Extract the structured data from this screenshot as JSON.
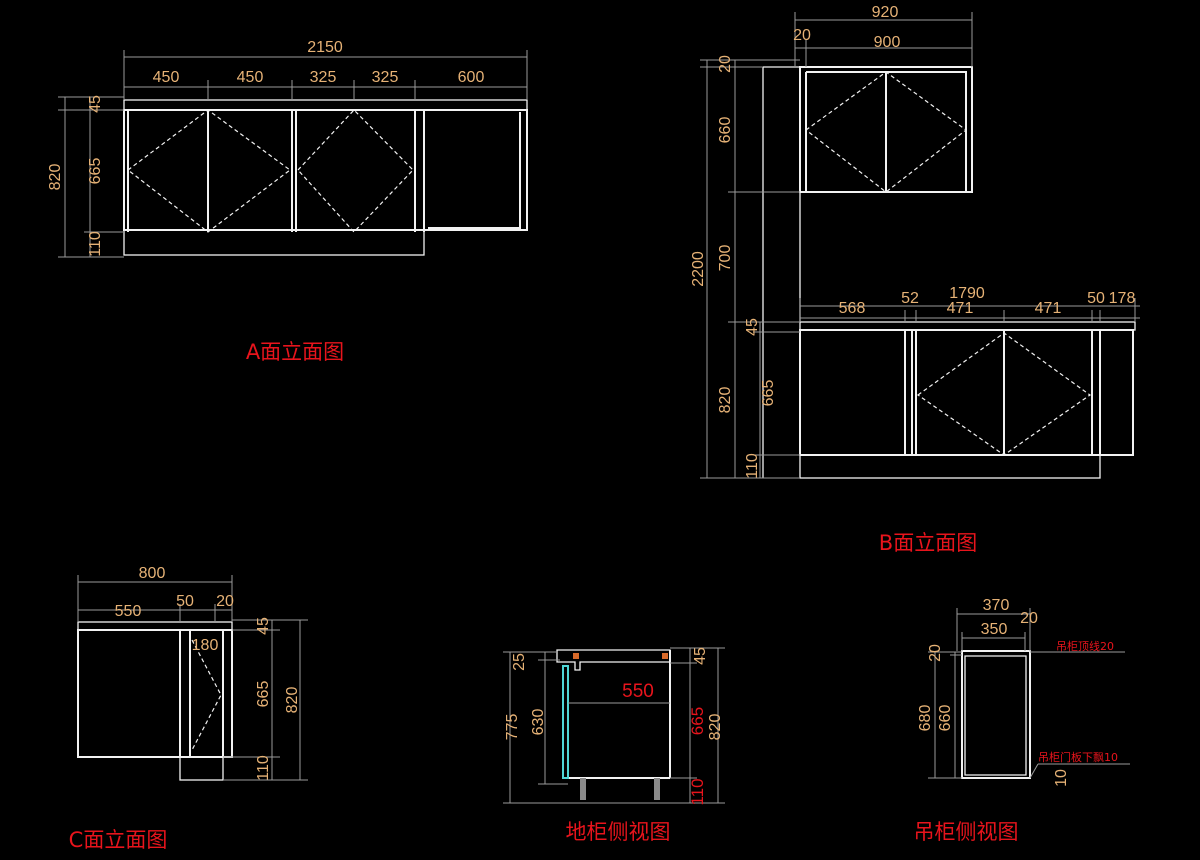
{
  "colors": {
    "line": "#f2f2f2",
    "dimension_text": "#e6b276",
    "title": "#e8141c",
    "door_edge": "#4fd6d6"
  },
  "view_a": {
    "title": "A面立面图",
    "total_width": "2150",
    "widths": [
      "450",
      "450",
      "325",
      "325",
      "600"
    ],
    "total_height": "820",
    "heights": [
      "45",
      "665",
      "110"
    ]
  },
  "view_b": {
    "title": "B面立面图",
    "upper_total_width": "920",
    "upper_offset": "20",
    "upper_width": "900",
    "total_height": "2200",
    "upper_heights": [
      "20",
      "660",
      "700"
    ],
    "lower_heights": [
      "45",
      "665",
      "110"
    ],
    "lower_total_height": "820",
    "lower_total_width": "1790",
    "lower_widths": [
      "568",
      "52",
      "471",
      "471",
      "50",
      "178"
    ]
  },
  "view_c": {
    "title": "C面立面图",
    "total_width": "800",
    "widths": [
      "550",
      "50",
      "20"
    ],
    "inner_width": "180",
    "heights": [
      "45",
      "665",
      "110"
    ],
    "total_height": "820"
  },
  "base_side": {
    "title": "地柜侧视图",
    "total_height": "775",
    "top_gap": "25",
    "door_height": "630",
    "depth": "550",
    "heights": [
      "45",
      "665",
      "110"
    ],
    "total": "820"
  },
  "wall_side": {
    "title": "吊柜侧视图",
    "total_width": "370",
    "width": "350",
    "offset": "20",
    "top": "20",
    "total_height": "680",
    "height": "660",
    "bottom": "10",
    "notes": [
      "吊柜顶线20",
      "吊柜门板下飘10"
    ]
  }
}
